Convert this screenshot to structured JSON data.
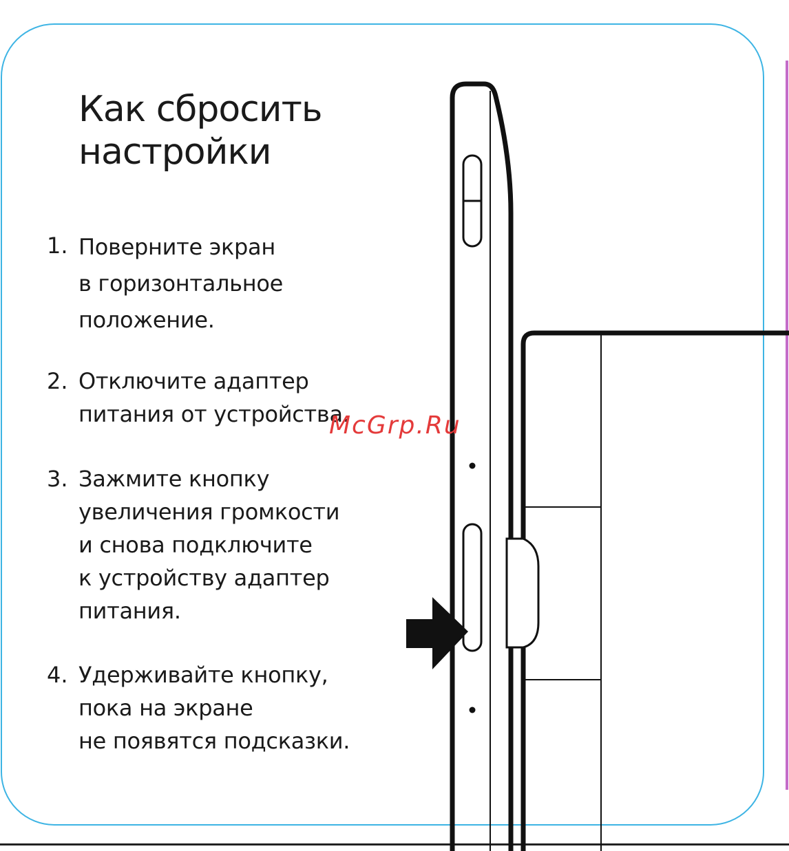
{
  "title_lines": [
    "Как сбросить",
    "настройки"
  ],
  "steps": [
    {
      "num": "1.",
      "text": "Поверните экран\nв горизонтальное\nположение."
    },
    {
      "num": "2.",
      "text": "Отключите адаптер\nпитания от устройства."
    },
    {
      "num": "3.",
      "text": "Зажмите кнопку\nувеличения громкости\nи снова подключите\nк устройству адаптер\nпитания."
    },
    {
      "num": "4.",
      "text": "Удерживайте кнопку,\nпока на экране\nне появятся подсказки."
    }
  ],
  "watermark": "McGrp.Ru",
  "colors": {
    "frame": "#3db4e4",
    "watermark": "#e43a3a",
    "accent": "#c46cc9"
  },
  "icons": {
    "arrow": "right-arrow-icon",
    "device": "speaker-side-illustration"
  }
}
